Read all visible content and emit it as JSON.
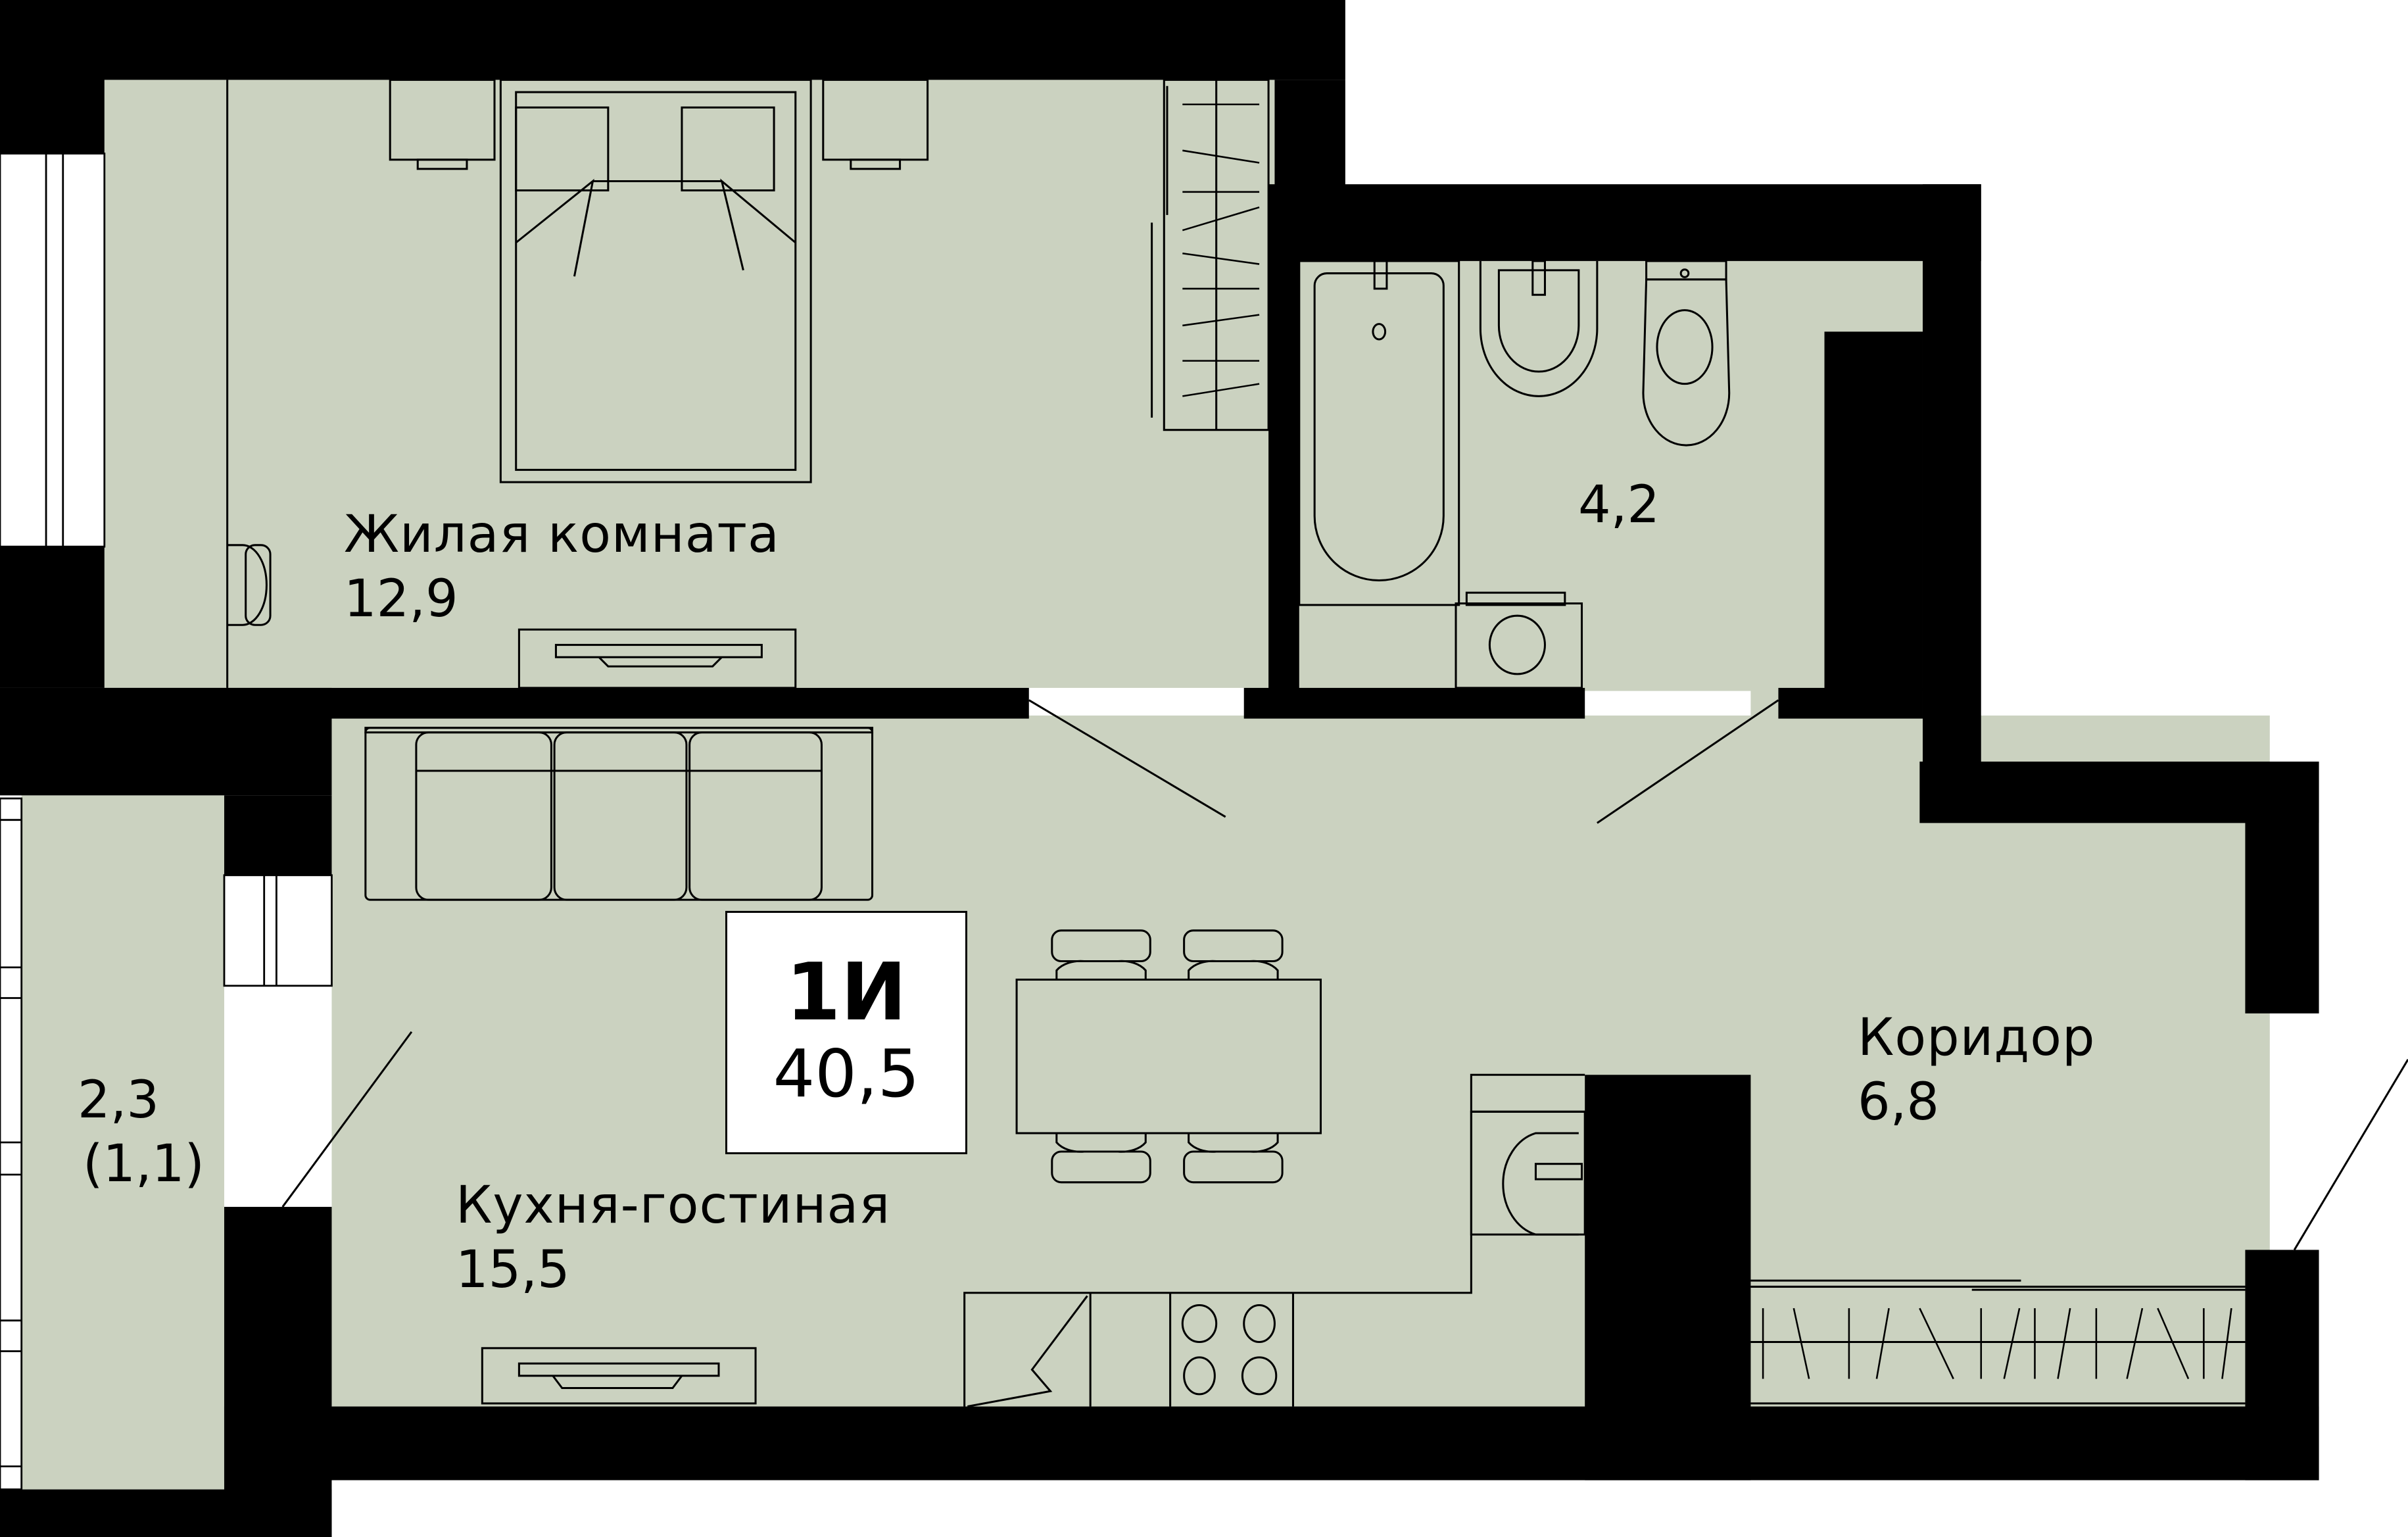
{
  "plan": {
    "apartment_type": "1И",
    "total_area": "40,5",
    "colors": {
      "floor": "#CBD2C0",
      "wall": "#000000",
      "window": "#FFFFFF",
      "badge_bg": "#FFFFFF"
    },
    "rooms": [
      {
        "id": "bedroom",
        "name": "Жилая комната",
        "area": "12,9"
      },
      {
        "id": "bathroom",
        "name": "",
        "area": "4,2"
      },
      {
        "id": "kitchen-living",
        "name": "Кухня-гостиная",
        "area": "15,5"
      },
      {
        "id": "corridor",
        "name": "Коридор",
        "area": "6,8"
      },
      {
        "id": "balcony",
        "name": "",
        "area": "2,3",
        "reduced_area": "(1,1)"
      }
    ]
  }
}
